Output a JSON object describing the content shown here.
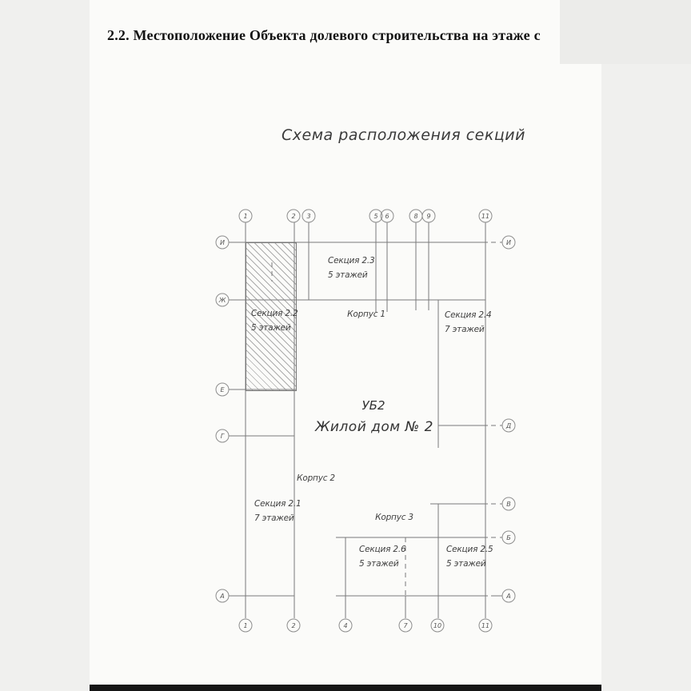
{
  "document": {
    "heading": "2.2. Местоположение Объекта долевого строительства на этаже с"
  },
  "diagram": {
    "title": "Схема расположения секций",
    "house": {
      "code": "УБ2",
      "name": "Жилой дом № 2"
    },
    "korpus": {
      "k1": "Корпус 1",
      "k2": "Корпус 2",
      "k3": "Корпус 3"
    },
    "sections": {
      "s23": {
        "name": "Секция 2.3",
        "floors": "5 этажей"
      },
      "s22": {
        "name": "Секция 2.2",
        "floors": "5 этажей"
      },
      "s24": {
        "name": "Секция 2.4",
        "floors": "7 этажей"
      },
      "s21": {
        "name": "Секция 2.1",
        "floors": "7 этажей"
      },
      "s26": {
        "name": "Секция 2.6",
        "floors": "5 этажей"
      },
      "s25": {
        "name": "Секция 2.5",
        "floors": "5 этажей"
      }
    },
    "axes": {
      "top": [
        "1",
        "2",
        "3",
        "5",
        "6",
        "8",
        "9",
        "11"
      ],
      "bottom": [
        "1",
        "2",
        "4",
        "7",
        "10",
        "11"
      ],
      "left": [
        "И",
        "Ж",
        "Е",
        "Г",
        "А"
      ],
      "right": [
        "И",
        "Д",
        "В",
        "Б",
        "А"
      ]
    }
  }
}
